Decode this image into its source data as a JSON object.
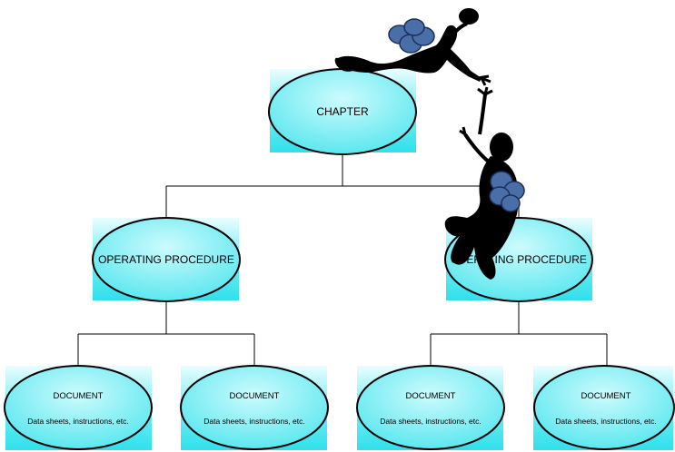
{
  "diagram": {
    "chapter": {
      "label": "CHAPTER"
    },
    "procedures": [
      {
        "label": "OPERATING PROCEDURE"
      },
      {
        "label": "OPERATING PROCEDURE"
      }
    ],
    "documents": [
      {
        "title": "DOCUMENT",
        "subtitle": "Data sheets, instructions, etc."
      },
      {
        "title": "DOCUMENT",
        "subtitle": "Data sheets, instructions, etc."
      },
      {
        "title": "DOCUMENT",
        "subtitle": "Data sheets, instructions, etc."
      },
      {
        "title": "DOCUMENT",
        "subtitle": "Data sheets, instructions, etc."
      }
    ]
  },
  "colors": {
    "box_fill": "#33e3ee",
    "box_fill_light": "#eafdff",
    "ellipse_fill": "#8ff2f6",
    "line": "#000000",
    "figure": "#000000",
    "backpack": "#4a6fa8"
  },
  "illustration": {
    "subject": "two climbing figures with backpacks",
    "icons": [
      "climber-figure-icon",
      "backpack-icon"
    ]
  }
}
